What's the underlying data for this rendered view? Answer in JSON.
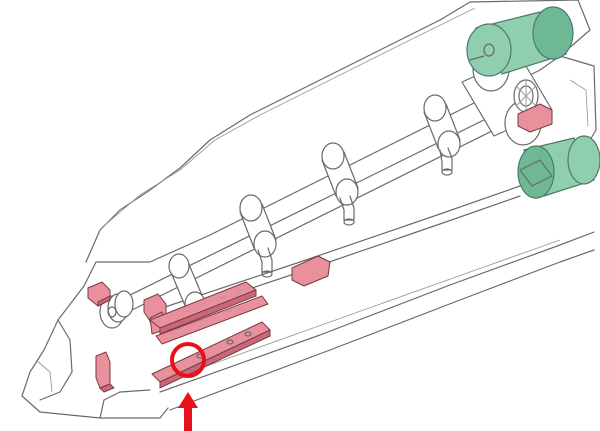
{
  "figure": {
    "type": "exploded-isometric-line-drawing",
    "colors": {
      "background": "#ffffff",
      "line": "#6a6a6a",
      "highlight_pink": "#e8909c",
      "motor_green": "#8fcfb0",
      "marker_red": "#e8101a"
    },
    "callout": {
      "shape": "circle",
      "pointer": "up-arrow"
    }
  }
}
